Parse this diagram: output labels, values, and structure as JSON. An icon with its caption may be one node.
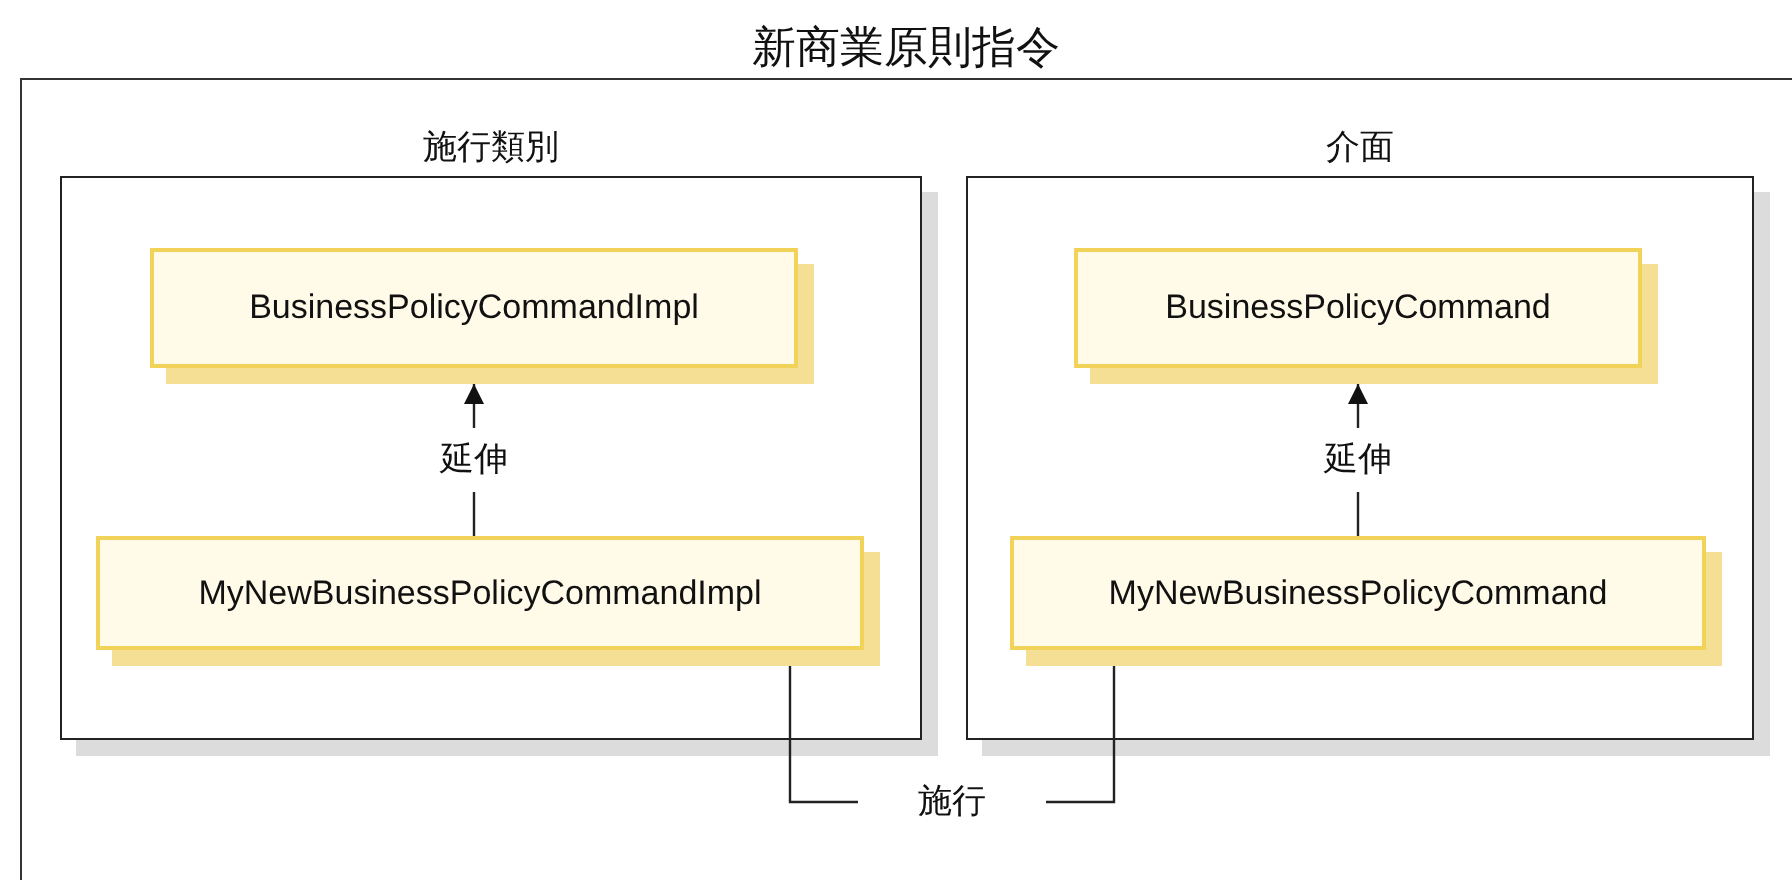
{
  "diagram": {
    "nodes": [
      {
        "text": [
          "新商業原則指令"
        ]
      },
      {
        "text": [
          "施行類別"
        ],
        "in": 0
      },
      {
        "text": [
          "BusinessPolicyCommandImpl"
        ],
        "in": 1
      },
      {
        "text": [
          "MyNewBusinessPolicyCommandImpl"
        ],
        "in": 1
      },
      {
        "text": [
          "介面"
        ],
        "in": 0
      },
      {
        "text": [
          "BusinessPolicyCommand"
        ],
        "in": 4
      },
      {
        "text": [
          "MyNewBusinessPolicyCommand"
        ],
        "in": 4
      }
    ],
    "edges": [
      {
        "from": 3,
        "to": 2,
        "arrow": "to",
        "label": "延伸"
      },
      {
        "from": 6,
        "to": 5,
        "arrow": "to",
        "label": "延伸"
      },
      {
        "from": 3,
        "to": 6,
        "arrow": "none",
        "label": "施行"
      }
    ]
  }
}
